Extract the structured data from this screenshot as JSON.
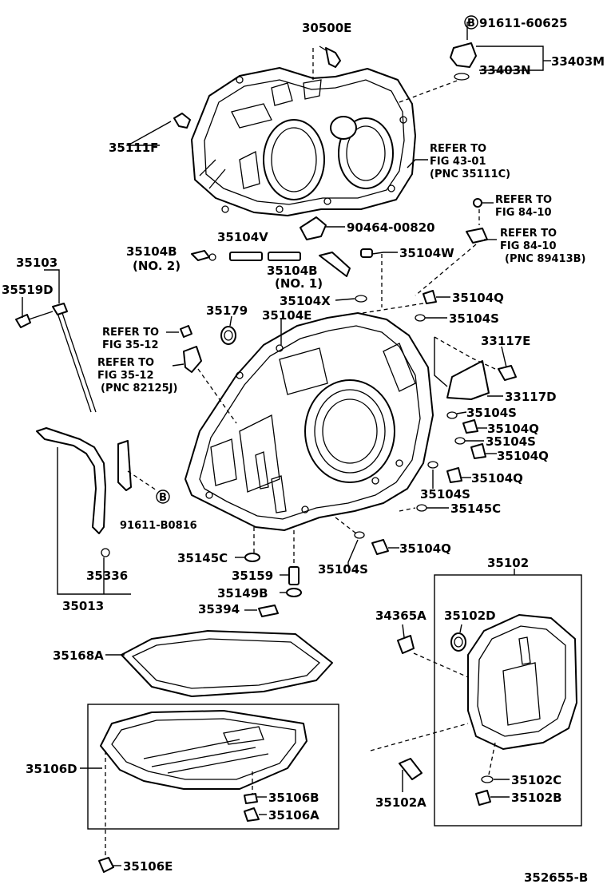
{
  "labels": {
    "p30500E": "30500E",
    "b_circle": "B",
    "p91611_60625": "91611-60625",
    "p33403M": "33403M",
    "p33403N": "33403N",
    "p35111F": "35111F",
    "refer_4301_a": "REFER TO",
    "refer_4301_b": "FIG 43-01",
    "refer_4301_c": "(PNC 35111C)",
    "p90464_00820": "90464-00820",
    "refer_8410a_a": "REFER TO",
    "refer_8410a_b": "FIG 84-10",
    "refer_8410b_a": "REFER TO",
    "refer_8410b_b": "FIG 84-10",
    "refer_8410b_c": "(PNC 89413B)",
    "p35103": "35103",
    "p35519D": "35519D",
    "p35104B_2": "35104B",
    "no2": "(NO. 2)",
    "p35104V": "35104V",
    "p35104B_1": "35104B",
    "no1": "(NO. 1)",
    "p35104W": "35104W",
    "p35179": "35179",
    "p35104X": "35104X",
    "p35104E": "35104E",
    "p35104Q_1": "35104Q",
    "p35104S_1": "35104S",
    "refer_3512a_a": "REFER TO",
    "refer_3512a_b": "FIG 35-12",
    "refer_3512b_a": "REFER TO",
    "refer_3512b_b": "FIG 35-12",
    "refer_3512b_c": "(PNC 82125J)",
    "p33117E": "33117E",
    "p33117D": "33117D",
    "p35104S_2": "35104S",
    "p35104Q_2": "35104Q",
    "p35104S_3": "35104S",
    "p35104Q_3": "35104Q",
    "p35104Q_4": "35104Q",
    "p35104S_4": "35104S",
    "p35145C_1": "35145C",
    "b_circle2": "B",
    "p91611_B0816": "91611-B0816",
    "p35145C_2": "35145C",
    "p35104Q_5": "35104Q",
    "p35336": "35336",
    "p35159": "35159",
    "p35104S_5": "35104S",
    "p35013": "35013",
    "p35149B": "35149B",
    "p35394": "35394",
    "p35102": "35102",
    "p34365A": "34365A",
    "p35102D": "35102D",
    "p35168A": "35168A",
    "p35106D": "35106D",
    "p35106B": "35106B",
    "p35106A": "35106A",
    "p35102C": "35102C",
    "p35102A": "35102A",
    "p35102B": "35102B",
    "p35106E": "35106E",
    "fig_id": "352655-B"
  }
}
